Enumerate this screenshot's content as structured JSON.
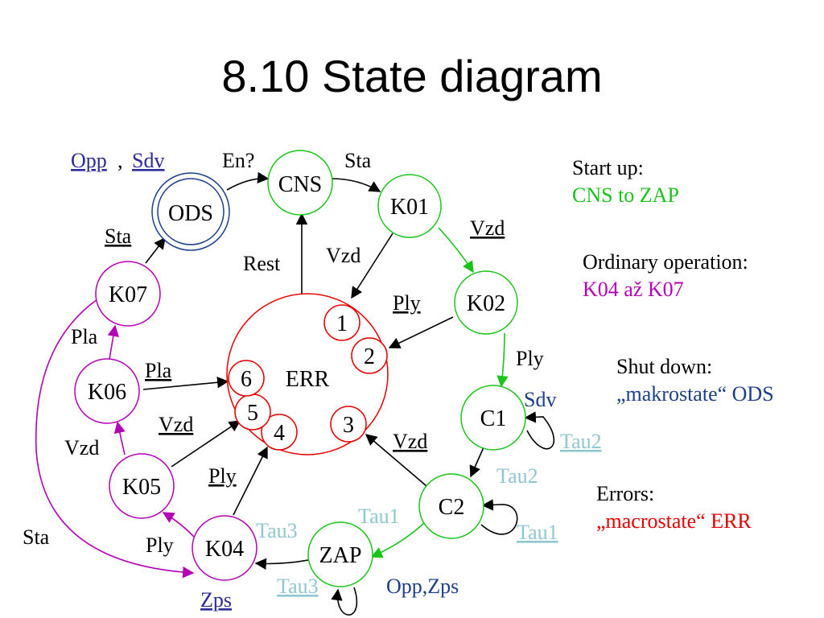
{
  "title": "8.10 State diagram",
  "colors": {
    "green": "#19c519",
    "purple": "#b400b4",
    "red": "#e60000",
    "navy": "#1c3f8c",
    "lightblue": "#8fc7cf",
    "linkblue": "#2b2b9a",
    "black": "#000000"
  },
  "states": {
    "cns": "CNS",
    "k01": "K01",
    "k02": "K02",
    "c1": "C1",
    "c2": "C2",
    "zap": "ZAP",
    "k04": "K04",
    "k05": "K05",
    "k06": "K06",
    "k07": "K07",
    "ods": "ODS",
    "err": "ERR"
  },
  "err_substates": [
    "1",
    "2",
    "3",
    "4",
    "5",
    "6"
  ],
  "labels": {
    "opp": "Opp",
    "comma": ",",
    "sdv_top": "Sdv",
    "en": "En?",
    "sta_top": "Sta",
    "vzd_k01_k02": "Vzd",
    "vzd_k01_err": "Vzd",
    "rest": "Rest",
    "sta_k07": "Sta",
    "ply_k02": "Ply",
    "ply_k02_c1": "Ply",
    "pla_k07": "Pla",
    "pla_k06": "Pla",
    "sdv_c1": "Sdv",
    "tau2_u": "Tau2",
    "tau2": "Tau2",
    "vzd_k05": "Vzd",
    "vzd_k06": "Vzd",
    "vzd_c2": "Vzd",
    "ply_k04": "Ply",
    "ply_k04_k05": "Ply",
    "sta_left": "Sta",
    "tau1": "Tau1",
    "tau1_u": "Tau1",
    "tau3": "Tau3",
    "tau3_u": "Tau3",
    "opp_zps": "Opp,Zps",
    "zps": "Zps"
  },
  "notes": {
    "startup_title": "Start up:",
    "startup_value": "CNS to ZAP",
    "ordinary_title": "Ordinary operation:",
    "ordinary_value": "K04 až K07",
    "shutdown_title": "Shut down:",
    "shutdown_value": "„makrostate“ ODS",
    "errors_title": "Errors:",
    "errors_value": "„macrostate“ ERR"
  }
}
